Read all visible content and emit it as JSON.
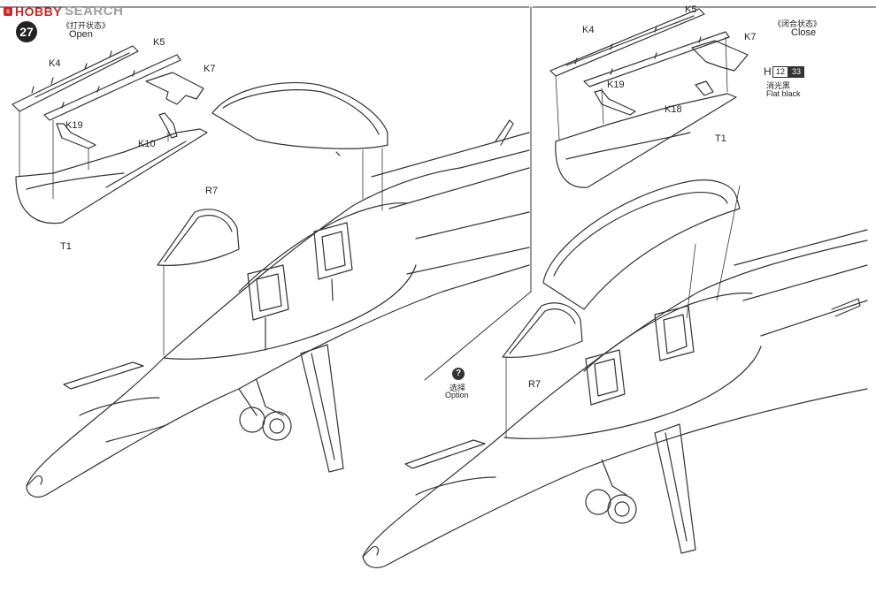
{
  "brand": {
    "logo": "HOBBY",
    "text": "SEARCH",
    "badge": "s"
  },
  "step": {
    "number": "27"
  },
  "open_view": {
    "state_cn": "《打开状态》",
    "state_en": "Open",
    "labels": [
      "K4",
      "K5",
      "K7",
      "K19",
      "K10",
      "T1",
      "R7"
    ]
  },
  "close_view": {
    "state_cn": "《闭合状态》",
    "state_en": "Close",
    "labels": [
      "K4",
      "K5",
      "K7",
      "K19",
      "K18",
      "T1",
      "R7"
    ]
  },
  "paint": {
    "letter": "H",
    "code1": "12",
    "code2": "33",
    "name_cn": "消光黑",
    "name_en": "Flat black"
  },
  "option": {
    "icon": "?",
    "cn": "选择",
    "en": "Option"
  }
}
